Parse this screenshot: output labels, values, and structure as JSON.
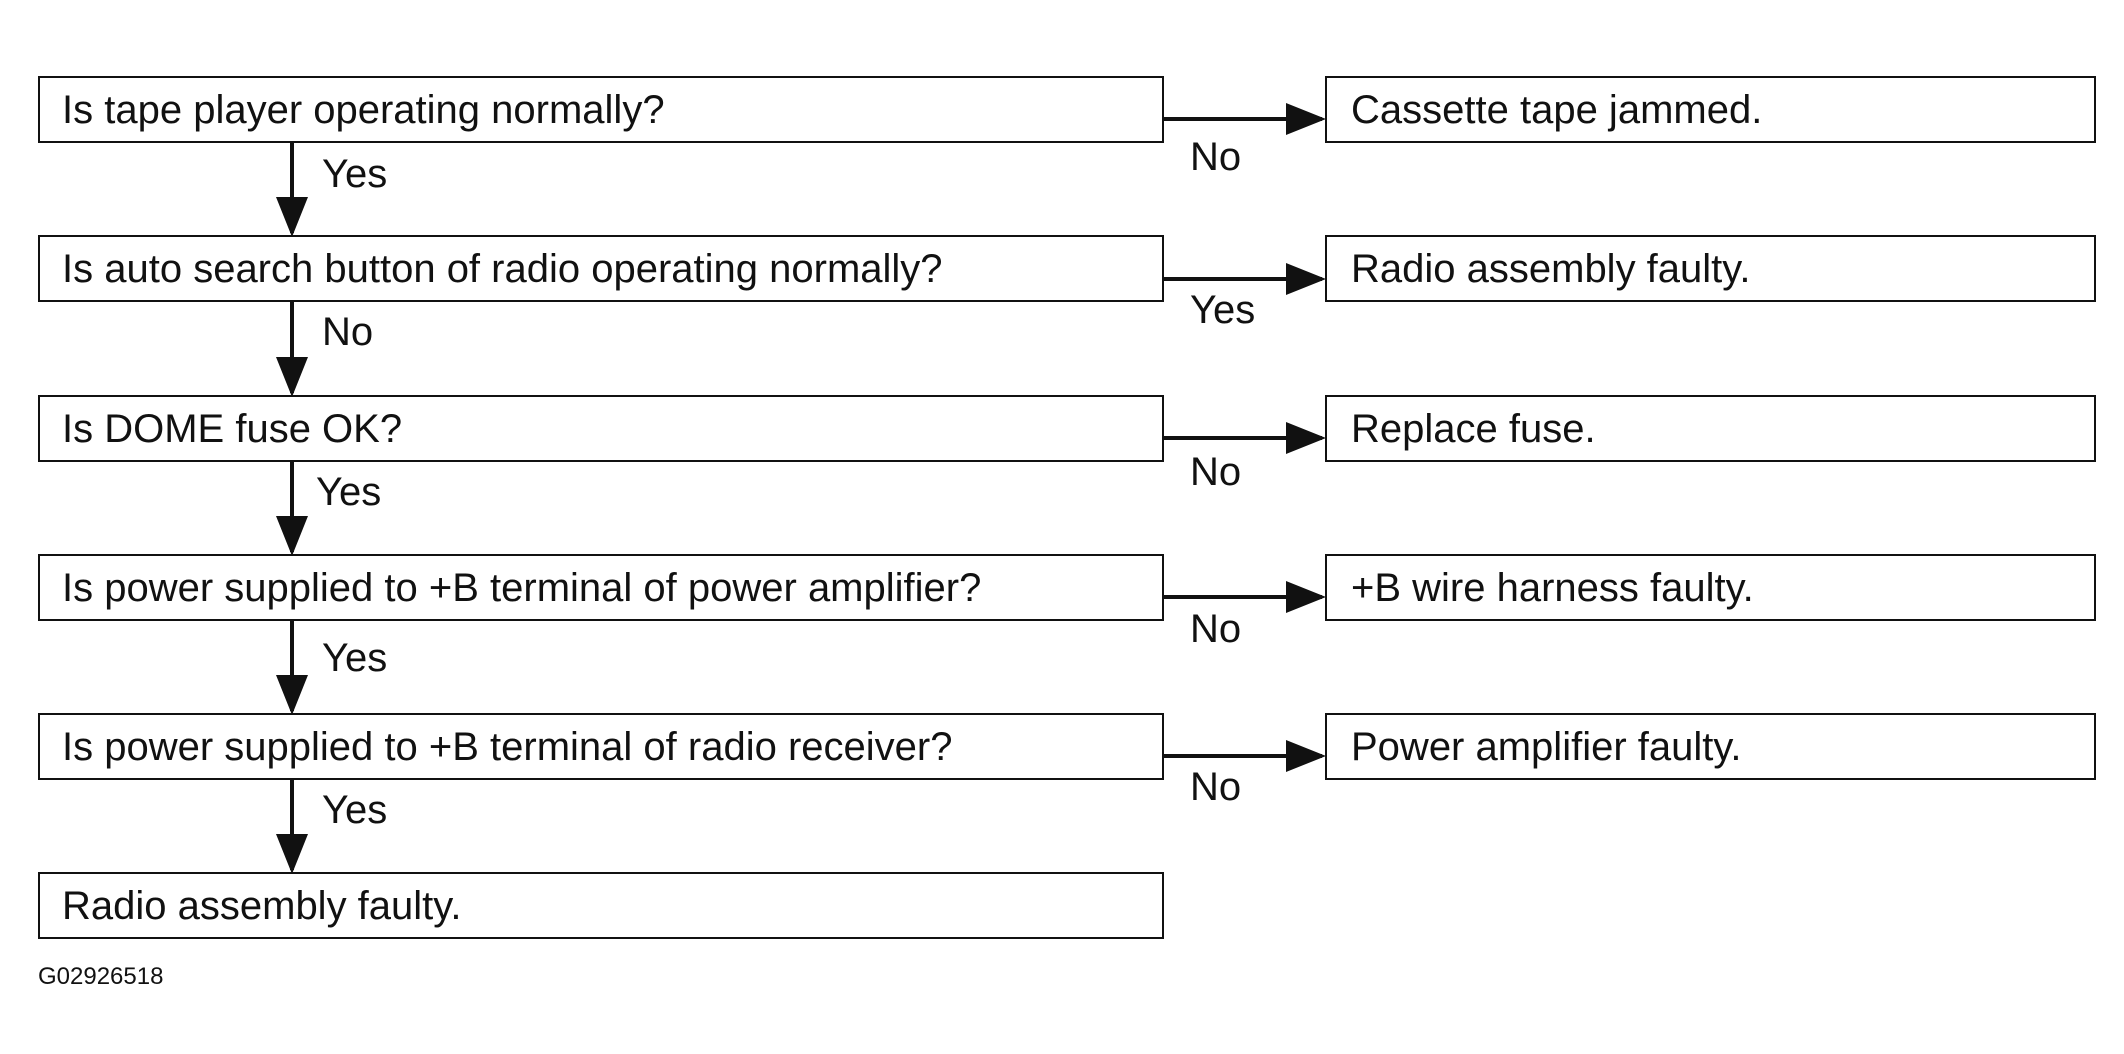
{
  "flow": {
    "questions": [
      "Is tape player operating normally?",
      "Is auto search button of radio operating normally?",
      "Is DOME fuse OK?",
      "Is power supplied to +B terminal of power amplifier?",
      "Is power supplied to +B terminal of radio receiver?"
    ],
    "final_result": "Radio assembly faulty.",
    "results": [
      "Cassette tape jammed.",
      "Radio assembly faulty.",
      "Replace fuse.",
      "+B wire harness faulty.",
      "Power amplifier faulty."
    ],
    "down_labels": [
      "Yes",
      "No",
      "Yes",
      "Yes",
      "Yes"
    ],
    "right_labels": [
      "No",
      "Yes",
      "No",
      "No",
      "No"
    ]
  },
  "figure_code": "G02926518"
}
